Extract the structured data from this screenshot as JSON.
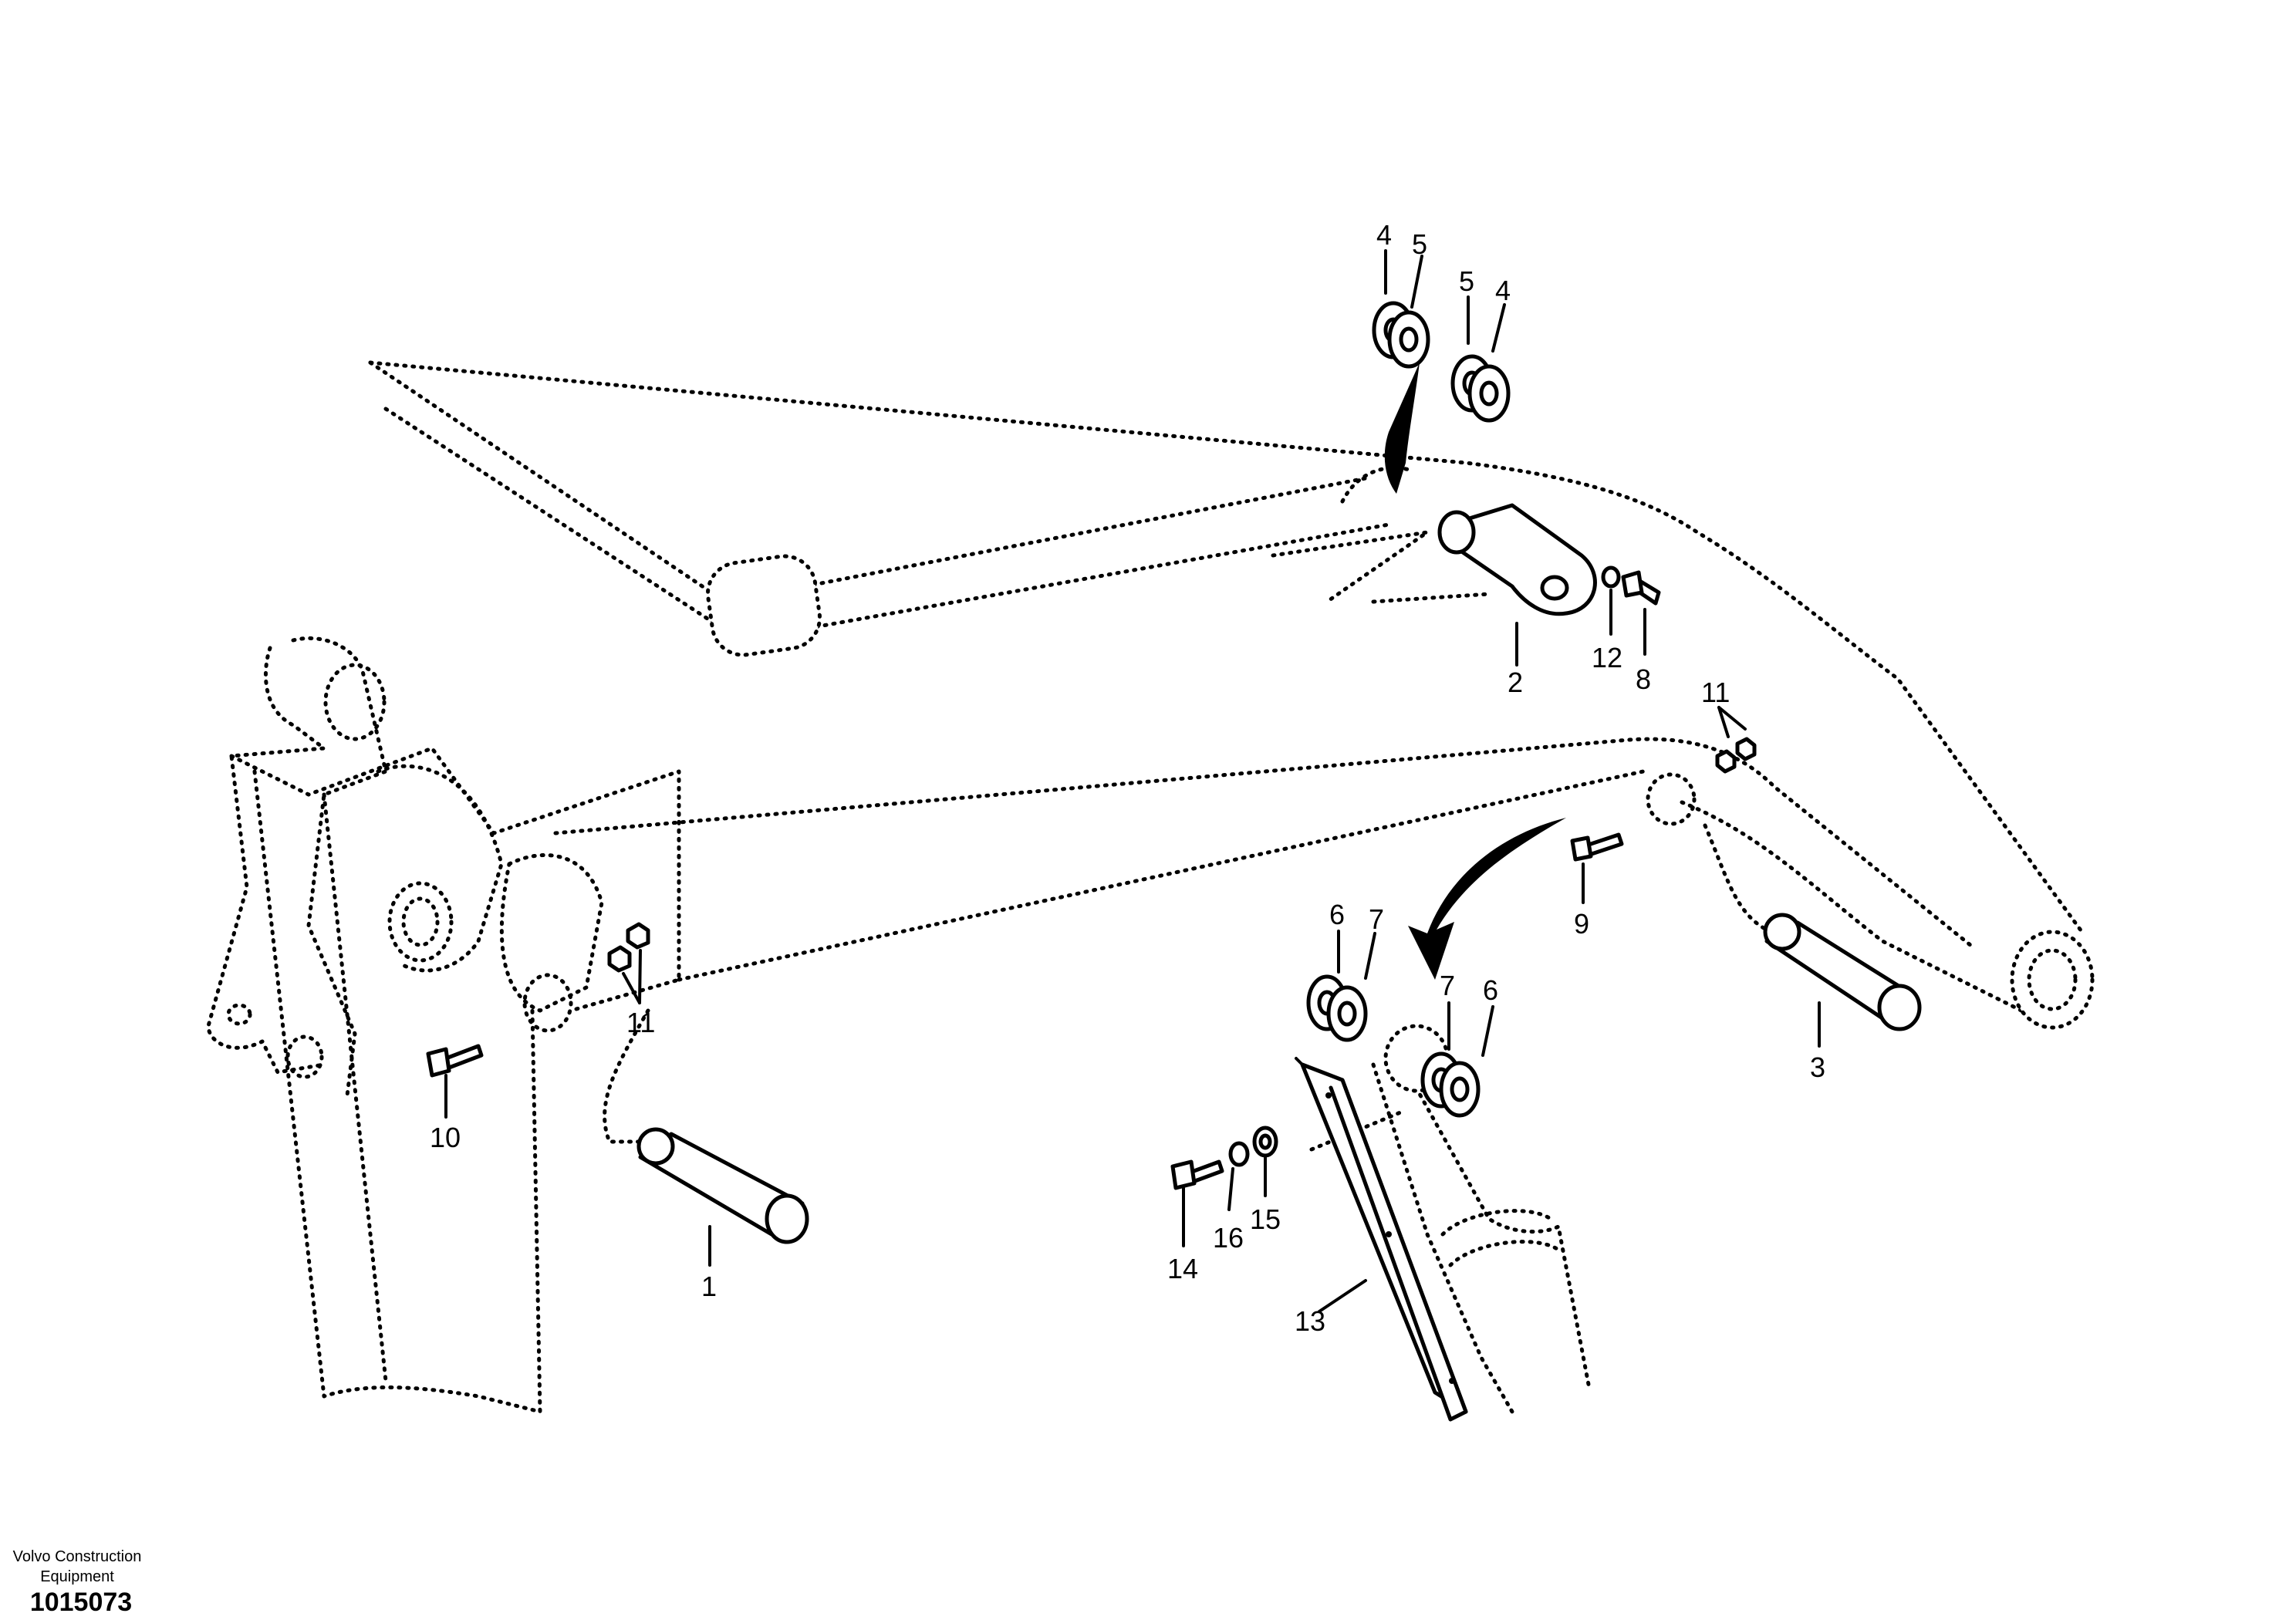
{
  "callouts": {
    "c1": "1",
    "c2": "2",
    "c3": "3",
    "c4a": "4",
    "c5a": "5",
    "c5b": "5",
    "c4b": "4",
    "c6a": "6",
    "c7a": "7",
    "c7b": "7",
    "c6b": "6",
    "c8": "8",
    "c9": "9",
    "c10": "10",
    "c11a": "11",
    "c11b": "11",
    "c12": "12",
    "c13": "13",
    "c14": "14",
    "c15": "15",
    "c16": "16"
  },
  "footer": {
    "manufacturer_line1": "Volvo Construction",
    "manufacturer_line2": "Equipment",
    "document_number": "1015073"
  }
}
